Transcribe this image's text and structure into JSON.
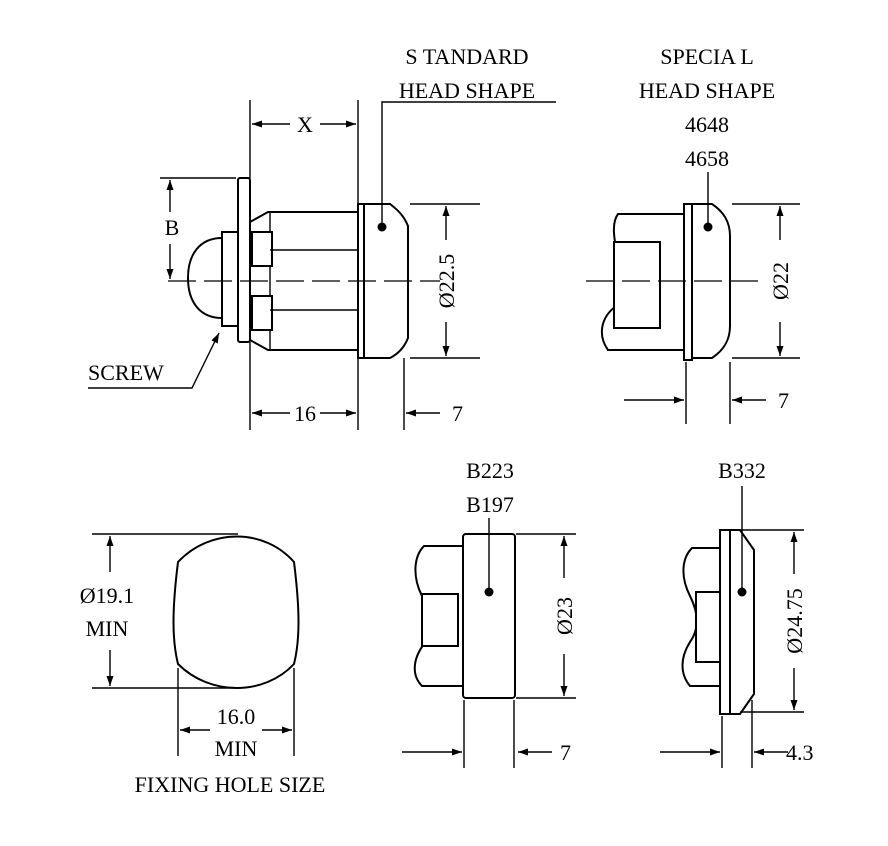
{
  "labels": {
    "standard_head_line1": "S TANDARD",
    "standard_head_line2": "HEAD SHAPE",
    "special_head_line1": "SPECIA L",
    "special_head_line2": "HEAD SHAPE",
    "special_code1": "4648",
    "special_code2": "4658",
    "dim_x": "X",
    "dim_b": "B",
    "screw": "SCREW",
    "dim_16": "16",
    "dim_7_a": "7",
    "dim_7_b": "7",
    "dia_22_5": "Ø22.5",
    "dia_22": "Ø22",
    "code_b223": "B223",
    "code_b197": "B197",
    "code_b332": "B332",
    "hole_dia_line1": "Ø19.1",
    "hole_dia_line2": "MIN",
    "hole_width_line1": "16.0",
    "hole_width_line2": "MIN",
    "fixing_hole_caption": "FIXING HOLE SIZE",
    "dia_23": "Ø23",
    "dia_24_75": "Ø24.75",
    "dim_7_c": "7",
    "dim_4_3": "4.3"
  }
}
